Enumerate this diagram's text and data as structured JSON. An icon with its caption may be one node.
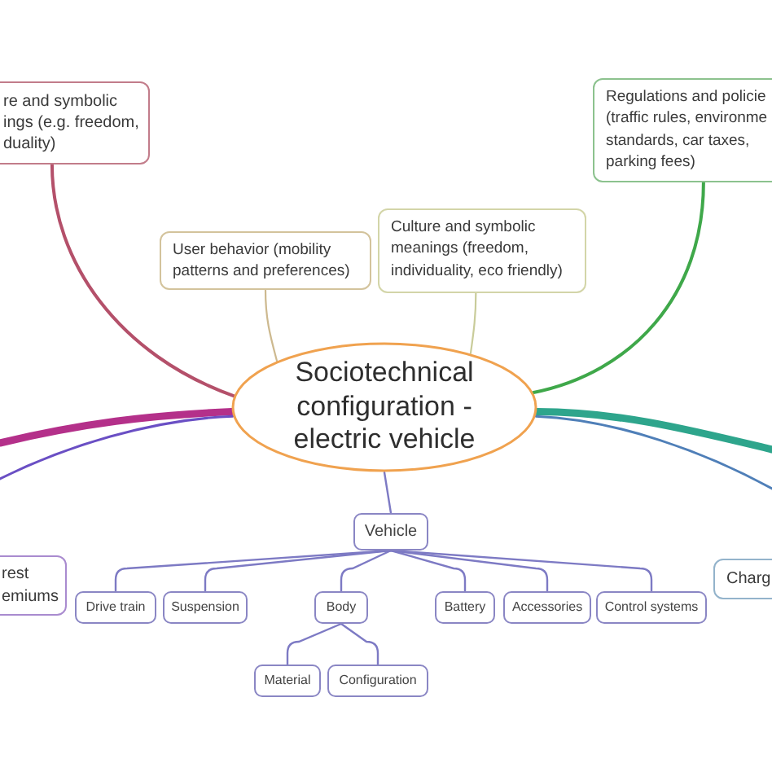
{
  "diagram": {
    "nodes": [
      {
        "text": [
          "re and symbolic ings (e.g. freedom, duality)"
        ]
      },
      {
        "text": [
          "Regulations and policie (traffic rules, environme standards, car taxes, parking fees)"
        ]
      },
      {
        "text": [
          "User behavior (mobility patterns and preferences)"
        ]
      },
      {
        "text": [
          "Culture and symbolic meanings (freedom, individuality, eco friendly)"
        ]
      },
      {
        "text": [
          "Sociotechnical configuration - electric vehicle"
        ]
      },
      {
        "text": [
          "rest emiums"
        ]
      },
      {
        "text": [
          "Vehicle"
        ]
      },
      {
        "text": [
          "Charg"
        ]
      },
      {
        "text": [
          "Drive train"
        ]
      },
      {
        "text": [
          "Suspension"
        ]
      },
      {
        "text": [
          "Body"
        ]
      },
      {
        "text": [
          "Battery"
        ]
      },
      {
        "text": [
          "Accessories"
        ]
      },
      {
        "text": [
          "Control systems"
        ]
      },
      {
        "text": [
          "Material"
        ]
      },
      {
        "text": [
          "Configuration"
        ]
      }
    ],
    "edges": [
      {
        "from": 4,
        "to": 0,
        "arrow": "none",
        "color": "#b4506a"
      },
      {
        "from": 4,
        "to": 2,
        "arrow": "none",
        "color": "#cdb98f"
      },
      {
        "from": 4,
        "to": 3,
        "arrow": "none",
        "color": "#c9cc9a"
      },
      {
        "from": 4,
        "to": 1,
        "arrow": "none",
        "color": "#3fa84a"
      },
      {
        "from": 4,
        "to": null,
        "arrow": "none",
        "style": "thick",
        "color": "#b4308a"
      },
      {
        "from": 4,
        "to": null,
        "arrow": "none",
        "color": "#6a4fc4"
      },
      {
        "from": 4,
        "to": null,
        "arrow": "none",
        "style": "thick",
        "color": "#2ea58c"
      },
      {
        "from": 4,
        "to": null,
        "arrow": "none",
        "color": "#4f7fb8"
      },
      {
        "from": 4,
        "to": 6,
        "arrow": "none"
      },
      {
        "from": 6,
        "to": 8,
        "arrow": "none"
      },
      {
        "from": 6,
        "to": 9,
        "arrow": "none"
      },
      {
        "from": 6,
        "to": 10,
        "arrow": "none"
      },
      {
        "from": 6,
        "to": 11,
        "arrow": "none"
      },
      {
        "from": 6,
        "to": 12,
        "arrow": "none"
      },
      {
        "from": 6,
        "to": 13,
        "arrow": "none"
      },
      {
        "from": 10,
        "to": 14,
        "arrow": "none"
      },
      {
        "from": 10,
        "to": 15,
        "arrow": "none"
      }
    ]
  }
}
